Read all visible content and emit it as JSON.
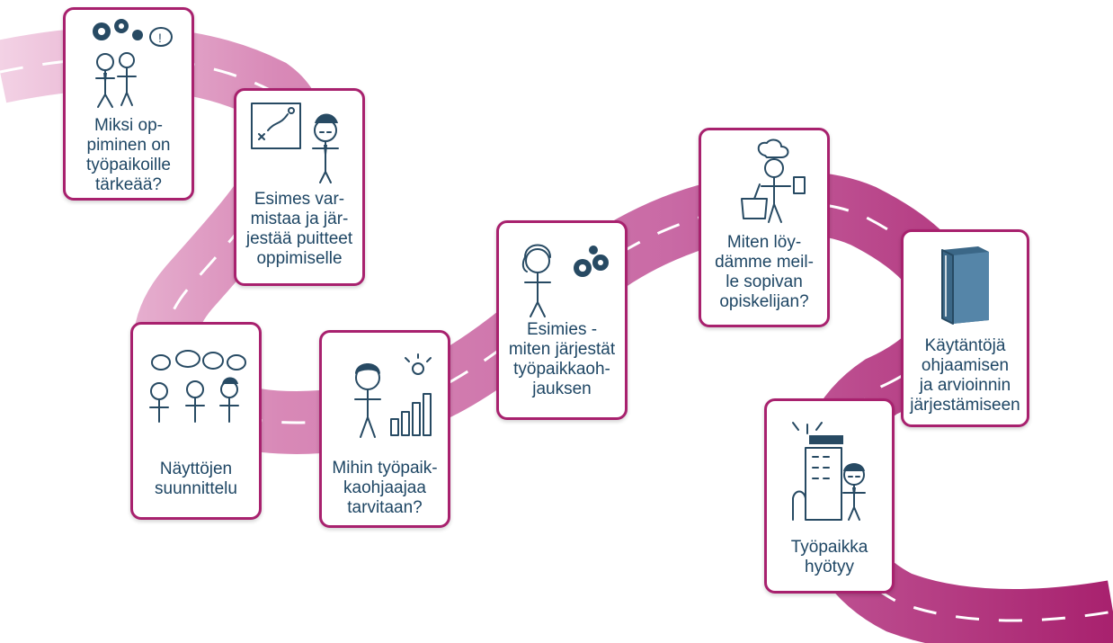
{
  "colors": {
    "road": "#c25a9a",
    "road_edge": "#a8216e",
    "card_border": "#a8216e",
    "text": "#1e4664",
    "lane_marking": "#ffffff"
  },
  "cards": [
    {
      "id": "card-1",
      "label": "Miksi op-\npiminen on\ntyöpaikoille\ntärkeää?",
      "icon": "two-people-gears-icon"
    },
    {
      "id": "card-2",
      "label": "Esimes var-\nmistaa ja jär-\njestää puitteet\noppimiselle",
      "icon": "manager-whiteboard-icon"
    },
    {
      "id": "card-3",
      "label": "Näyttöjen\nsuunnittelu",
      "icon": "group-thinking-icon"
    },
    {
      "id": "card-4",
      "label": "Mihin työpaik-\nkaohjaajaa\ntarvitaan?",
      "icon": "woman-growth-chart-icon"
    },
    {
      "id": "card-5",
      "label": "Esimies -\nmiten järjestät\ntyöpaikkaoh-\njauksen",
      "icon": "woman-gears-icon"
    },
    {
      "id": "card-6",
      "label": "Miten löy-\ndämme meil-\nle sopivan\nopiskelijan?",
      "icon": "chef-cooking-icon"
    },
    {
      "id": "card-7",
      "label": "Käytäntöjä\nohjaamisen\nja arvioinnin\njärjestämiseen",
      "icon": "book-icon"
    },
    {
      "id": "card-8",
      "label": "Työpaikka\nhyötyy",
      "icon": "man-office-building-icon"
    }
  ]
}
